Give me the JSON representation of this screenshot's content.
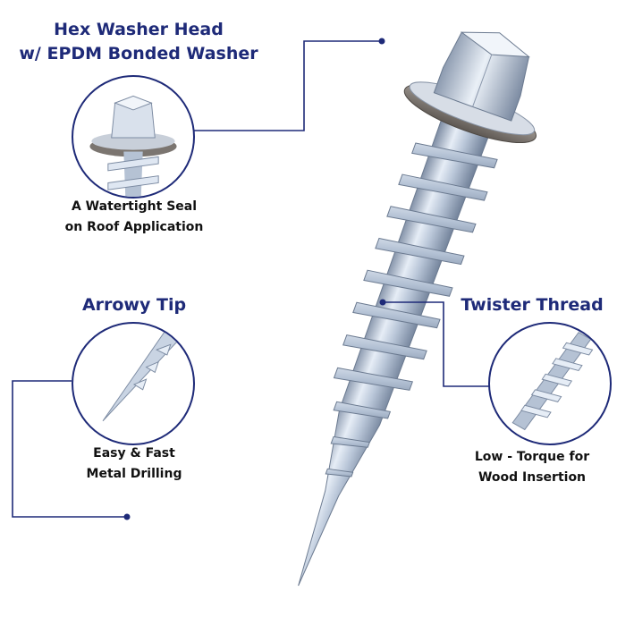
{
  "features": {
    "hex_head": {
      "title_line1": "Hex Washer Head",
      "title_line2": "w/ EPDM Bonded Washer",
      "caption_line1": "A Watertight Seal",
      "caption_line2": "on Roof Application",
      "icon": "hex-washer-head-closeup"
    },
    "arrowy_tip": {
      "title": "Arrowy Tip",
      "caption_line1": "Easy & Fast",
      "caption_line2": "Metal Drilling",
      "icon": "drill-tip-closeup"
    },
    "twister_thread": {
      "title": "Twister Thread",
      "caption_line1": "Low - Torque for",
      "caption_line2": "Wood Insertion",
      "icon": "thread-closeup"
    }
  },
  "colors": {
    "accent": "#1e2a78",
    "caption_text": "#111111",
    "steel_light": "#dfe7f2",
    "steel_mid": "#a9b8cc",
    "steel_dark": "#6e7f96",
    "washer": "#7b7570",
    "background": "#ffffff"
  }
}
